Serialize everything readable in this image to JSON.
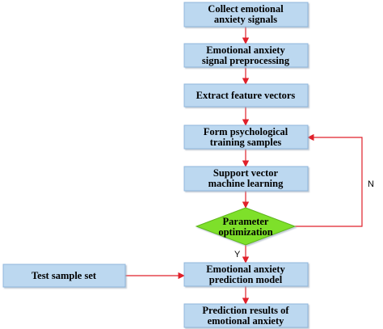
{
  "nodes": {
    "collect": [
      "Collect emotional",
      "anxiety signals"
    ],
    "preprocess": [
      "Emotional anxiety",
      "signal preprocessing"
    ],
    "extract": [
      "Extract feature vectors"
    ],
    "form": [
      "Form psychological",
      "training samples"
    ],
    "svm": [
      "Support vector",
      "machine learning"
    ],
    "param": [
      "Parameter",
      "optimization"
    ],
    "model": [
      "Emotional anxiety",
      "prediction model"
    ],
    "results": [
      "Prediction results of",
      "emotional anxiety"
    ],
    "test": [
      "Test sample set"
    ]
  },
  "edge_labels": {
    "no": "N",
    "yes": "Y"
  },
  "colors": {
    "box_fill": "#bcd8f0",
    "box_stroke": "#8fb6db",
    "diamond_fill": "#7ee02a",
    "arrow": "#e0202a"
  }
}
